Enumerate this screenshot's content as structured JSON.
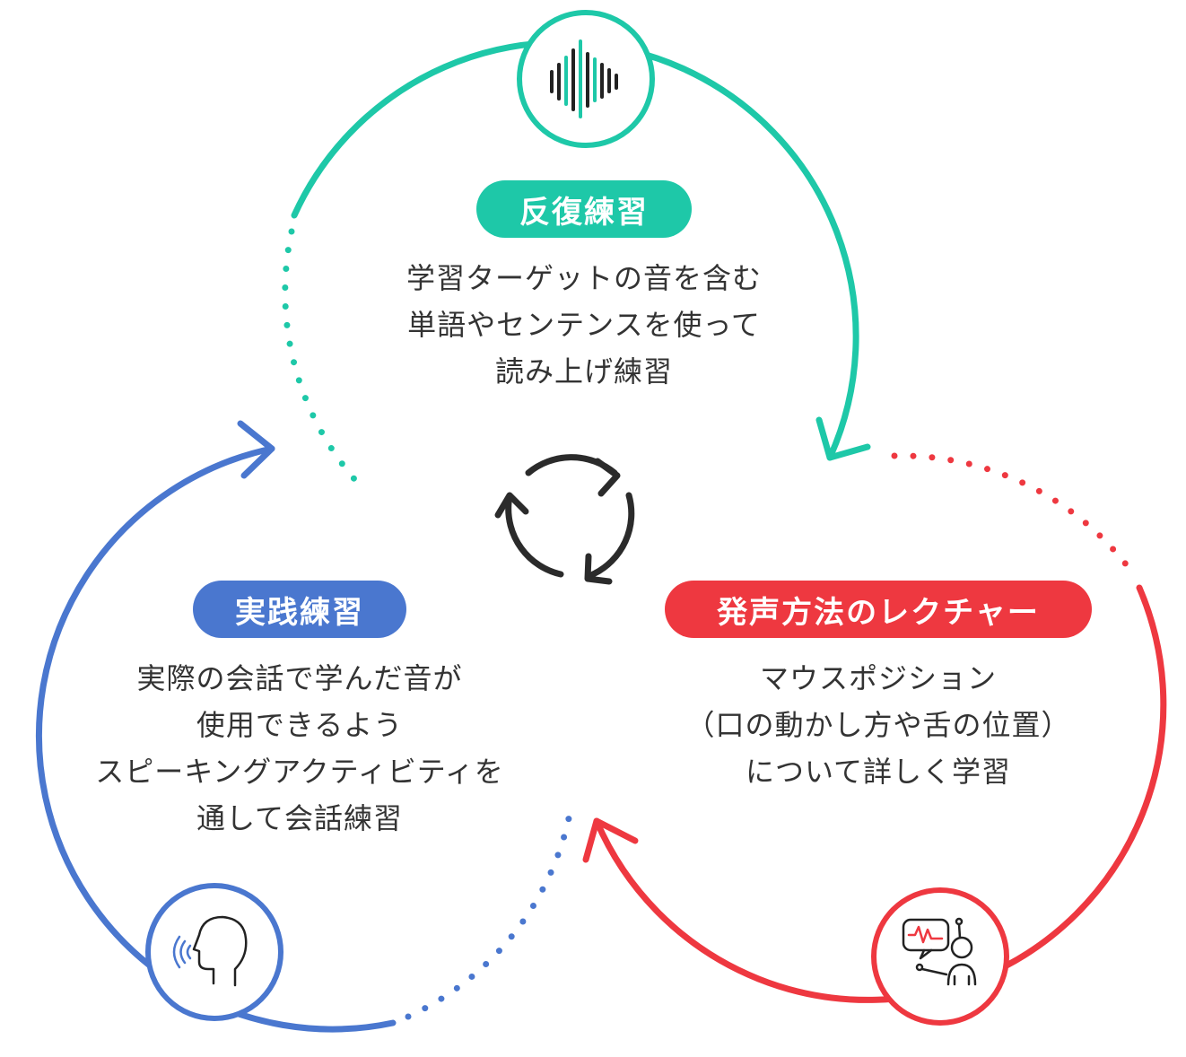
{
  "colors": {
    "teal": "#1ec8a8",
    "red": "#ee3840",
    "blue": "#4a77cf",
    "dark": "#2b2b2b"
  },
  "nodes": [
    {
      "key": "repeat",
      "title": "反復練習",
      "color": "#1ec8a8",
      "icon": "sound-wave-icon",
      "lines": [
        "学習ターゲットの音を含む",
        "単語やセンテンスを使って",
        "読み上げ練習"
      ]
    },
    {
      "key": "lecture",
      "title": "発声方法のレクチャー",
      "color": "#ee3840",
      "icon": "speech-lecture-icon",
      "lines": [
        "マウスポジション",
        "（口の動かし方や舌の位置）",
        "について詳しく学習"
      ]
    },
    {
      "key": "practice",
      "title": "実践練習",
      "color": "#4a77cf",
      "icon": "speaking-head-icon",
      "lines": [
        "実際の会話で学んだ音が",
        "使用できるよう",
        "スピーキングアクティビティを",
        "通して会話練習"
      ]
    }
  ],
  "center_icon": "cycle-arrows-icon"
}
